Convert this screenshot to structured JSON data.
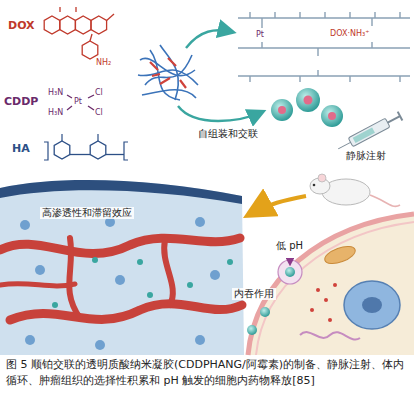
{
  "diagram": {
    "caption": "图 5 顺铂交联的透明质酸纳米凝胶(CDDPHANG/阿霉素)的制备、静脉注射、体内循环、肿瘤组织的选择性积累和 pH 触发的细胞内药物释放[85]",
    "labels": [
      "DOX",
      "CDDP",
      "HA",
      "NH₂",
      "H₃N",
      "Pt",
      "Cl",
      "H₃N",
      "Cl",
      "DOX·NH₃⁺",
      "Pt",
      "自组装和交联",
      "静脉注射",
      "高渗透性和滞留效应",
      "内吞作用",
      "低 pH"
    ]
  }
}
